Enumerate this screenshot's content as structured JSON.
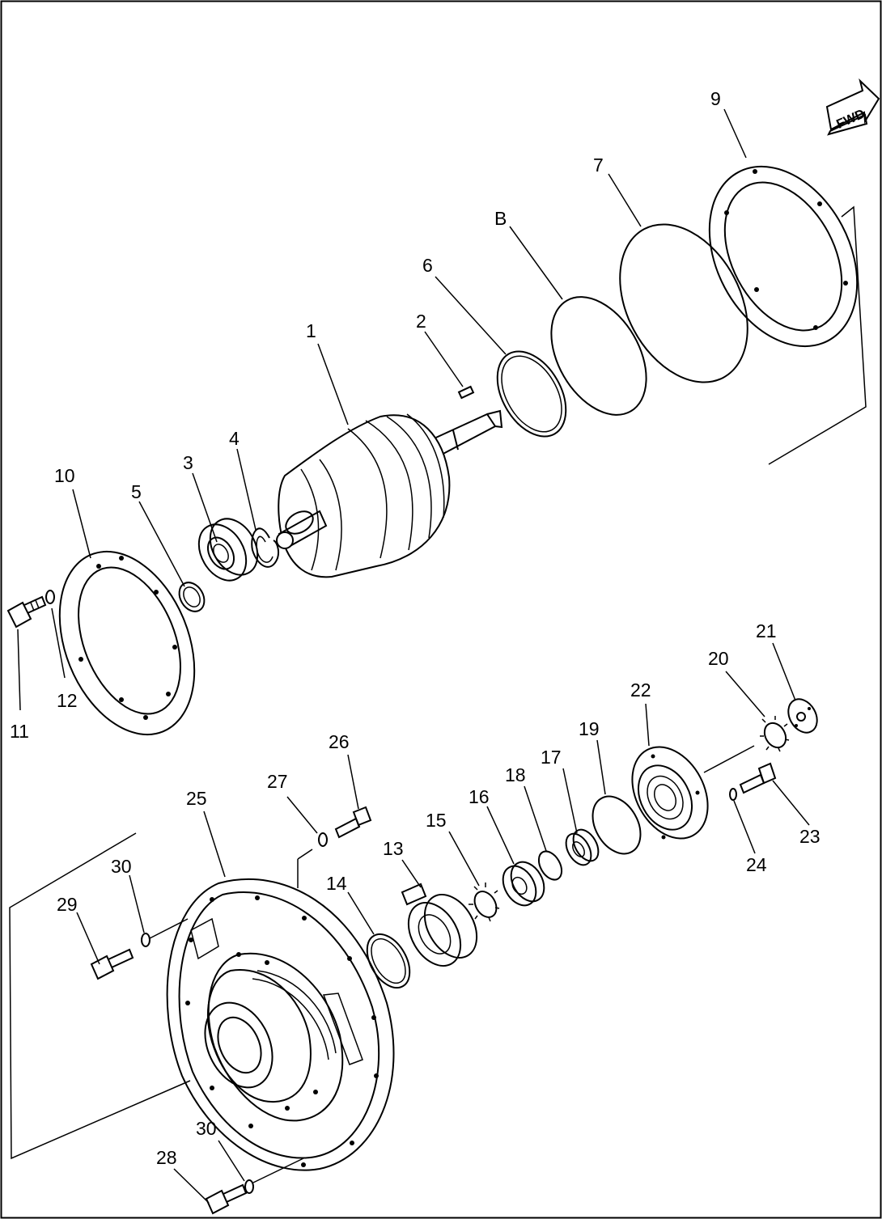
{
  "fwd_label": "FWD",
  "callouts": [
    {
      "id": "c1",
      "text": "1"
    },
    {
      "id": "c2",
      "text": "2"
    },
    {
      "id": "c3",
      "text": "3"
    },
    {
      "id": "c4",
      "text": "4"
    },
    {
      "id": "c5",
      "text": "5"
    },
    {
      "id": "c6",
      "text": "6"
    },
    {
      "id": "c7",
      "text": "7"
    },
    {
      "id": "c8",
      "text": "B"
    },
    {
      "id": "c9",
      "text": "9"
    },
    {
      "id": "c10",
      "text": "10"
    },
    {
      "id": "c11",
      "text": "11"
    },
    {
      "id": "c12",
      "text": "12"
    },
    {
      "id": "c13",
      "text": "13"
    },
    {
      "id": "c14",
      "text": "14"
    },
    {
      "id": "c15",
      "text": "15"
    },
    {
      "id": "c16",
      "text": "16"
    },
    {
      "id": "c17",
      "text": "17"
    },
    {
      "id": "c18",
      "text": "18"
    },
    {
      "id": "c19",
      "text": "19"
    },
    {
      "id": "c20",
      "text": "20"
    },
    {
      "id": "c21",
      "text": "21"
    },
    {
      "id": "c22",
      "text": "22"
    },
    {
      "id": "c23",
      "text": "23"
    },
    {
      "id": "c24",
      "text": "24"
    },
    {
      "id": "c25",
      "text": "25"
    },
    {
      "id": "c26",
      "text": "26"
    },
    {
      "id": "c27",
      "text": "27"
    },
    {
      "id": "c28",
      "text": "28"
    },
    {
      "id": "c29",
      "text": "29"
    },
    {
      "id": "c30a",
      "text": "30"
    },
    {
      "id": "c30b",
      "text": "30"
    }
  ]
}
